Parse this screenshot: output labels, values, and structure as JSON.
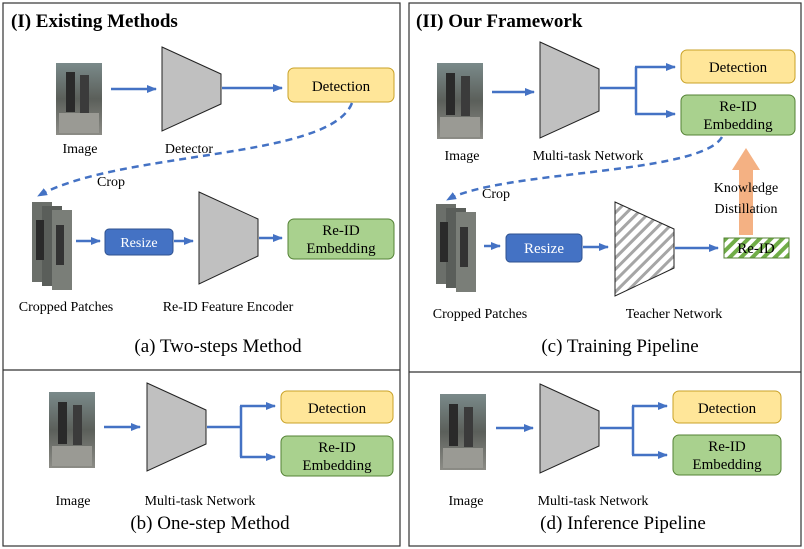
{
  "panel_left": {
    "heading": "(I) Existing Methods",
    "two_step": {
      "image_label": "Image",
      "detector_label": "Detector",
      "detection_box": "Detection",
      "crop_label": "Crop",
      "patches_label": "Cropped Patches",
      "resize_box": "Resize",
      "encoder_label": "Re-ID Feature Encoder",
      "reid_box_line1": "Re-ID",
      "reid_box_line2": "Embedding",
      "caption": "(a) Two-steps Method"
    },
    "one_step": {
      "image_label": "Image",
      "network_label": "Multi-task Network",
      "detection_box": "Detection",
      "reid_box_line1": "Re-ID",
      "reid_box_line2": "Embedding",
      "caption": "(b) One-step Method"
    }
  },
  "panel_right": {
    "heading": "(II) Our Framework",
    "training": {
      "image_label": "Image",
      "network_label": "Multi-task Network",
      "detection_box": "Detection",
      "reid_box_line1": "Re-ID",
      "reid_box_line2": "Embedding",
      "crop_label": "Crop",
      "kd_line1": "Knowledge",
      "kd_line2": "Distillation",
      "patches_label": "Cropped Patches",
      "resize_box": "Resize",
      "teacher_label": "Teacher Network",
      "teacher_reid_box": "Re-ID",
      "caption": "(c) Training Pipeline"
    },
    "inference": {
      "image_label": "Image",
      "network_label": "Multi-task Network",
      "detection_box": "Detection",
      "reid_box_line1": "Re-ID",
      "reid_box_line2": "Embedding",
      "caption": "(d) Inference Pipeline"
    }
  },
  "colors": {
    "arrow_blue": "#4472c4",
    "detection_fill": "#ffe699",
    "detection_stroke": "#c9a227",
    "reid_fill": "#a9d18e",
    "reid_stroke": "#548235",
    "resize_fill": "#4472c4",
    "trapezoid_fill": "#c0c0c0",
    "kd_arrow": "#f4b183"
  }
}
